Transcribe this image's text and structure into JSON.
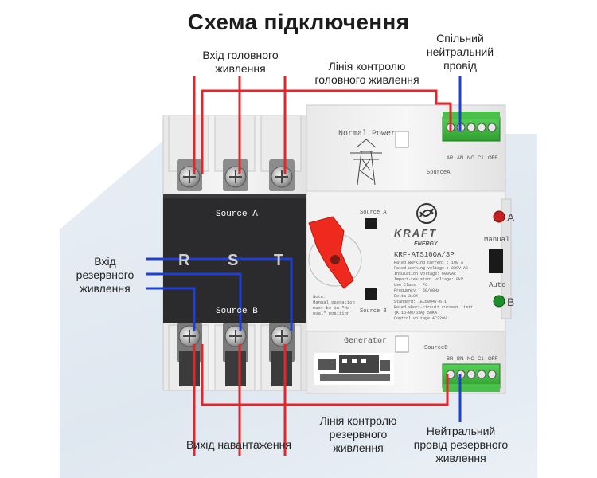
{
  "title": "Схема підключення",
  "labels": {
    "main_input": [
      "Вхід головного",
      "живлення"
    ],
    "main_control": [
      "Лінія контролю",
      "головного живлення"
    ],
    "common_neutral": [
      "Спільний",
      "нейтральний",
      "провід"
    ],
    "reserve_input": [
      "Вхід",
      "резервного",
      "живлення"
    ],
    "load_output": [
      "Вихід навантаження"
    ],
    "reserve_control": [
      "Лінія контролю",
      "резервного",
      "живлення"
    ],
    "reserve_neutral": [
      "Нейтральний",
      "провід резервного",
      "живлення"
    ]
  },
  "device": {
    "normal_power": "Normal Power",
    "source_a": "Source A",
    "source_b": "Source B",
    "phase_r": "R",
    "phase_s": "S",
    "phase_t": "T",
    "brand": "KRAFT",
    "brand_sub": "ENERGY",
    "model": "KRF-ATS100A/3P",
    "switch_pos_a": "Source A",
    "switch_pos_b": "Source B",
    "manual": "Manual",
    "auto": "Auto",
    "indicator_a": "A",
    "indicator_b": "B",
    "generator": "Generator",
    "terminal_a_labels": [
      "AR",
      "AN",
      "NC",
      "C1",
      "OFF"
    ],
    "terminal_b_labels": [
      "BR",
      "BN",
      "NC",
      "C1",
      "OFF"
    ],
    "terminal_a_name": "SourceA",
    "terminal_b_name": "SourceB",
    "note": [
      "Note:",
      "Manual operation",
      "must be in \"Ma-",
      "nual\" position"
    ],
    "spec_lines": [
      "Rated working current :  100 A",
      "Rated working voltage : 220V AC",
      "Insulation voltage:          690VAC",
      "Impact-resistant voltage:      8kV",
      "Use Class :                          PC",
      "Frequency :                  50/60Hz",
      "Delta                                  3104",
      "Standard:              IEC60947-6-1",
      "Rated short-circuit current limit",
      "(KT16-00/63A)                   50KA",
      "Control voltage             AC220V"
    ],
    "colors": {
      "red_wire": "#e3262b",
      "blue_wire": "#1e3fd1",
      "green_terminal": "#3fbf3f",
      "handle": "#ee2a1f",
      "black_cover": "#2b2b2d"
    }
  }
}
